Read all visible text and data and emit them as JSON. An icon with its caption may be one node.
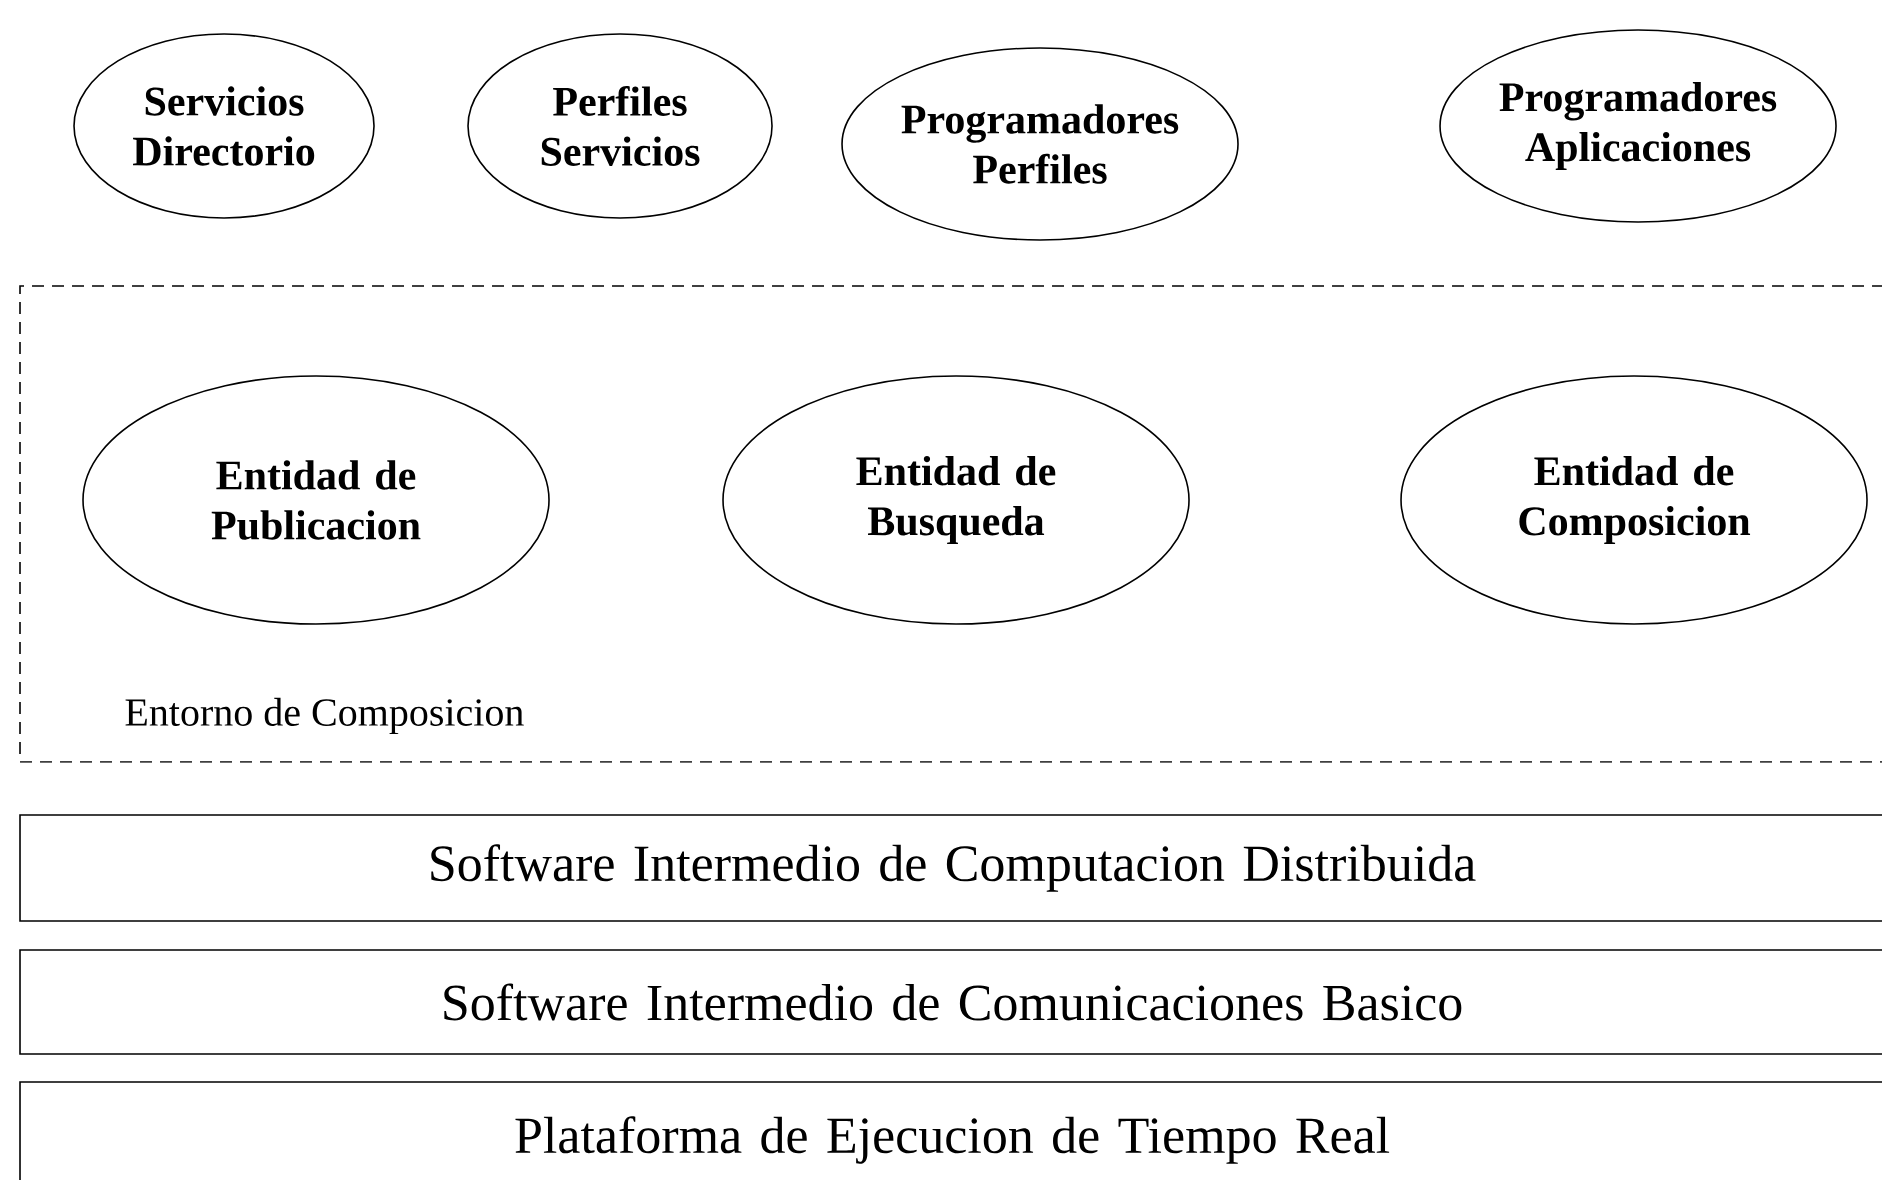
{
  "diagram": {
    "nodes": [
      {
        "text": [
          "Servicios Directorio"
        ]
      },
      {
        "text": [
          "Perfiles Servicios"
        ]
      },
      {
        "text": [
          "Programadores Perfiles"
        ]
      },
      {
        "text": [
          "Programadores Aplicaciones"
        ]
      },
      {
        "text": [
          "Entorno de Composicion"
        ]
      },
      {
        "text": [
          "Entidad de Publicacion"
        ],
        "in": 4
      },
      {
        "text": [
          "Entidad de Busqueda"
        ],
        "in": 4
      },
      {
        "text": [
          "Entidad de Composicion"
        ],
        "in": 4
      },
      {
        "text": [
          "Software Intermedio de Computacion Distribuida"
        ]
      },
      {
        "text": [
          "Software Intermedio de Comunicaciones Basico"
        ]
      },
      {
        "text": [
          "Plataforma de Ejecucion de Tiempo Real"
        ]
      }
    ]
  }
}
